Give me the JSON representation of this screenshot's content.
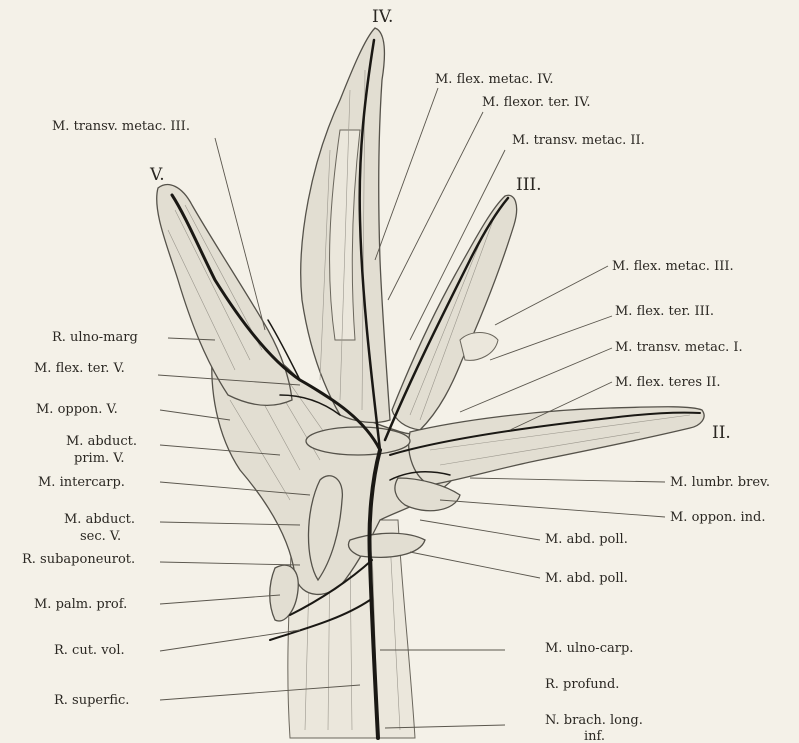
{
  "digits": {
    "ii": "II.",
    "iii": "III.",
    "iv": "IV.",
    "v": "V."
  },
  "labels": {
    "m_flex_metac_iv": "M. flex. metac. IV.",
    "m_flexor_ter_iv": "M. flexor. ter. IV.",
    "m_transv_metac_iii": "M. transv. metac. III.",
    "m_transv_metac_ii": "M. transv. metac. II.",
    "m_flex_metac_iii": "M. flex. metac. III.",
    "m_flex_ter_iii": "M. flex. ter. III.",
    "m_transv_metac_i": "M. transv. metac. I.",
    "m_flex_teres_ii": "M. flex. teres II.",
    "r_ulno_marg": "R. ulno-marg",
    "m_flex_ter_v": "M. flex. ter. V.",
    "m_oppon_v": "M. oppon. V.",
    "m_abduct_prim_v_1": "M. abduct.",
    "m_abduct_prim_v_2": "prim. V.",
    "m_intercarp": "M. intercarp.",
    "m_abduct_sec_v_1": "M. abduct.",
    "m_abduct_sec_v_2": "sec. V.",
    "r_subaponeurot": "R. subaponeurot.",
    "m_palm_prof": "M. palm. prof.",
    "r_cut_vol": "R. cut. vol.",
    "r_superfic": "R. superfic.",
    "m_lumbr_brev": "M. lumbr. brev.",
    "m_oppon_ind": "M. oppon. ind.",
    "m_abd_poll_1": "M. abd. poll.",
    "m_abd_poll_2": "M. abd. poll.",
    "m_ulno_carp": "M. ulno-carp.",
    "r_profund": "R. profund.",
    "n_brach_long_inf_1": "N. brach. long.",
    "n_brach_long_inf_2": "inf."
  }
}
